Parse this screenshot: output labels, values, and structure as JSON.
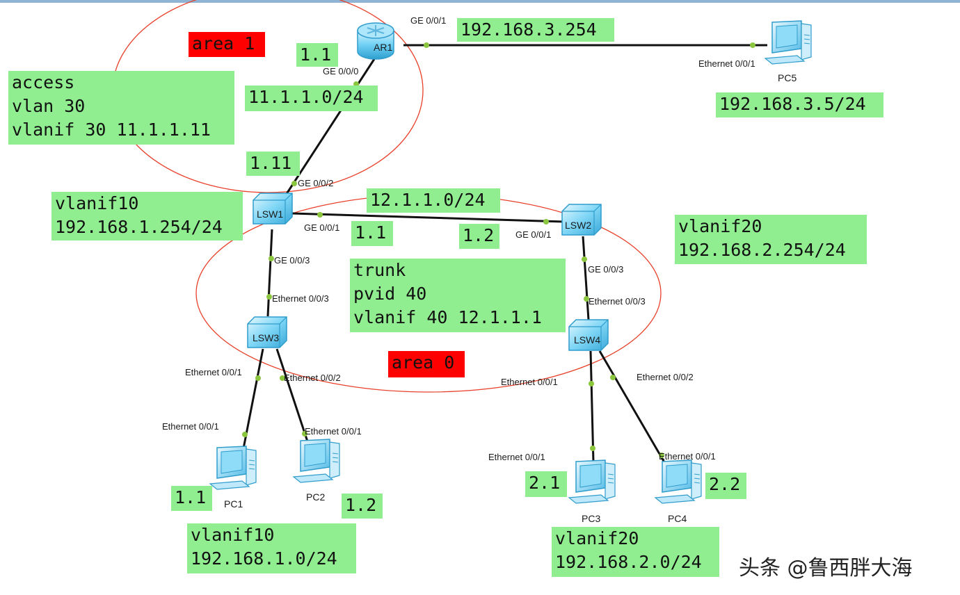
{
  "devices": {
    "ar1": "AR1",
    "lsw1": "LSW1",
    "lsw2": "LSW2",
    "lsw3": "LSW3",
    "lsw4": "LSW4",
    "pc1": "PC1",
    "pc2": "PC2",
    "pc3": "PC3",
    "pc4": "PC4",
    "pc5": "PC5"
  },
  "ports": {
    "ar1_ge001": "GE 0/0/1",
    "ar1_ge000": "GE 0/0/0",
    "pc5_eth": "Ethernet 0/0/1",
    "lsw1_ge002": "GE 0/0/2",
    "lsw1_ge001": "GE 0/0/1",
    "lsw1_ge003": "GE 0/0/3",
    "lsw2_ge001": "GE 0/0/1",
    "lsw2_ge003": "GE 0/0/3",
    "lsw3_eth003": "Ethernet 0/0/3",
    "lsw3_eth001": "Ethernet 0/0/1",
    "lsw3_eth002": "Ethernet 0/0/2",
    "lsw4_eth003": "Ethernet 0/0/3",
    "lsw4_eth001": "Ethernet 0/0/1",
    "lsw4_eth002": "Ethernet 0/0/2",
    "pc1_eth": "Ethernet 0/0/1",
    "pc2_eth": "Ethernet 0/0/1",
    "pc3_eth": "Ethernet 0/0/1",
    "pc4_eth": "Ethernet 0/0/1"
  },
  "notes": {
    "area1": "area 1",
    "area0": "area 0",
    "ar1_ip": "1.1",
    "ar1_wan": "192.168.3.254",
    "link_ar1_lsw1": "11.1.1.0/24",
    "lsw1_uplink_ip": "1.11",
    "access_config": "access\nvlan 30\nvlanif 30 11.1.1.11",
    "pc5_ip": "192.168.3.5/24",
    "lsw1_vlanif": "vlanif10\n192.168.1.254/24",
    "link_lsw1_lsw2": "12.1.1.0/24",
    "lsw1_link_ip": "1.1",
    "lsw2_link_ip": "1.2",
    "lsw2_vlanif": "vlanif20\n192.168.2.254/24",
    "trunk_config": "trunk\npvid 40\nvlanif 40 12.1.1.1",
    "pc1_ip": "1.1",
    "pc2_ip": "1.2",
    "pc3_ip": "2.1",
    "pc4_ip": "2.2",
    "vlan10_net": "vlanif10\n192.168.1.0/24",
    "vlan20_net": "vlanif20\n192.168.2.0/24"
  },
  "watermark": "头条 @鲁西胖大海",
  "colors": {
    "note_bg": "#90ee90",
    "area_bg": "#ff0000",
    "area_ellipse": "#e8402a",
    "port_dot": "#8cc63f",
    "device": "#5bc8f0"
  }
}
